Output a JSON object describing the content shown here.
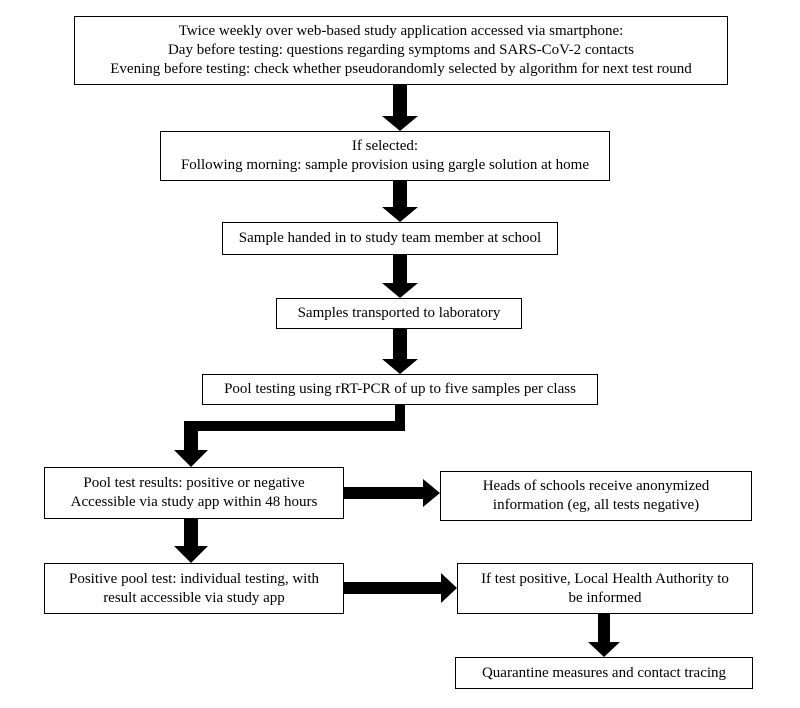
{
  "diagram": {
    "nodes": {
      "app": {
        "lines": [
          "Twice weekly over web-based study application accessed via smartphone:",
          "Day before testing: questions regarding symptoms and SARS-CoV-2 contacts",
          "Evening before testing: check whether pseudorandomly selected by algorithm for next test round"
        ]
      },
      "selected": {
        "lines": [
          "If selected:",
          "Following morning: sample provision using gargle solution at home"
        ]
      },
      "handed": {
        "lines": [
          "Sample handed in to study team member at school"
        ]
      },
      "transport": {
        "lines": [
          "Samples transported to laboratory"
        ]
      },
      "pool": {
        "lines": [
          "Pool testing using rRT-PCR of up to five samples per class"
        ]
      },
      "results": {
        "lines": [
          "Pool test results: positive or negative",
          "Accessible via study app within 48 hours"
        ]
      },
      "heads": {
        "lines": [
          "Heads of schools receive anonymized",
          "information (eg, all tests negative)"
        ]
      },
      "positive": {
        "lines": [
          "Positive pool test: individual testing, with",
          "result accessible via study app"
        ]
      },
      "health": {
        "lines": [
          "If test positive, Local Health Authority to",
          "be informed"
        ]
      },
      "quarantine": {
        "lines": [
          "Quarantine measures and contact tracing"
        ]
      }
    },
    "edges": [
      {
        "from": "app",
        "to": "selected"
      },
      {
        "from": "selected",
        "to": "handed"
      },
      {
        "from": "handed",
        "to": "transport"
      },
      {
        "from": "transport",
        "to": "pool"
      },
      {
        "from": "pool",
        "to": "results"
      },
      {
        "from": "results",
        "to": "heads"
      },
      {
        "from": "results",
        "to": "positive"
      },
      {
        "from": "positive",
        "to": "health"
      },
      {
        "from": "health",
        "to": "quarantine"
      }
    ]
  }
}
